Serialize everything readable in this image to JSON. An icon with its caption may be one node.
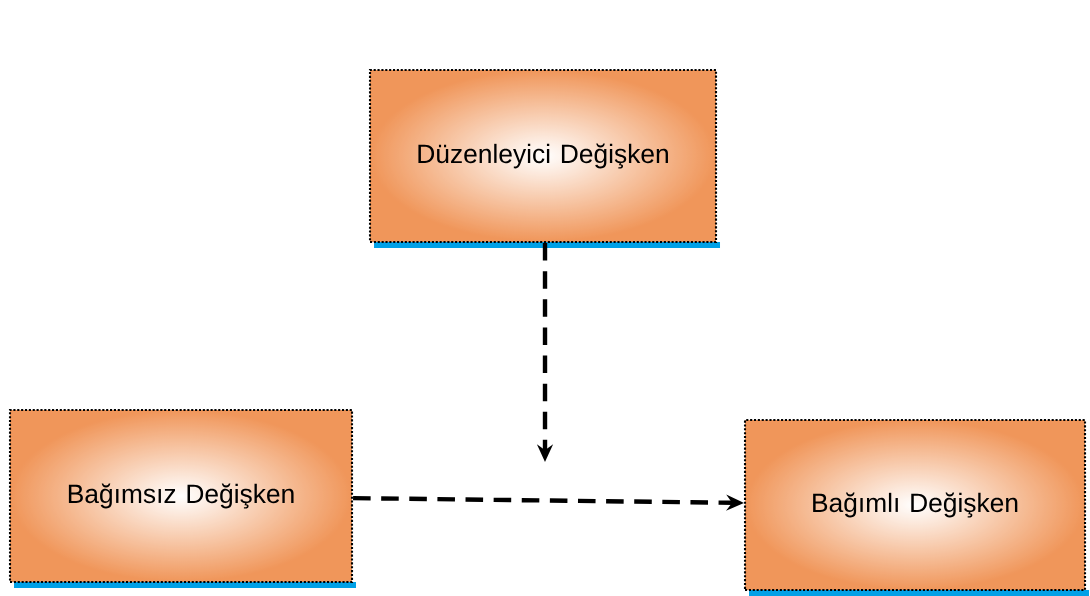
{
  "diagram": {
    "nodes": [
      {
        "text": [
          "Düzenleyici Değişken"
        ]
      },
      {
        "text": [
          "Bağımsız Değişken"
        ]
      },
      {
        "text": [
          "Bağımlı Değişken"
        ]
      }
    ],
    "edges": [
      {
        "from": 1,
        "to": 2,
        "arrow": "to",
        "style": "dashed"
      },
      {
        "from": 0,
        "to": null,
        "arrow": "to",
        "style": "dashed"
      }
    ]
  }
}
